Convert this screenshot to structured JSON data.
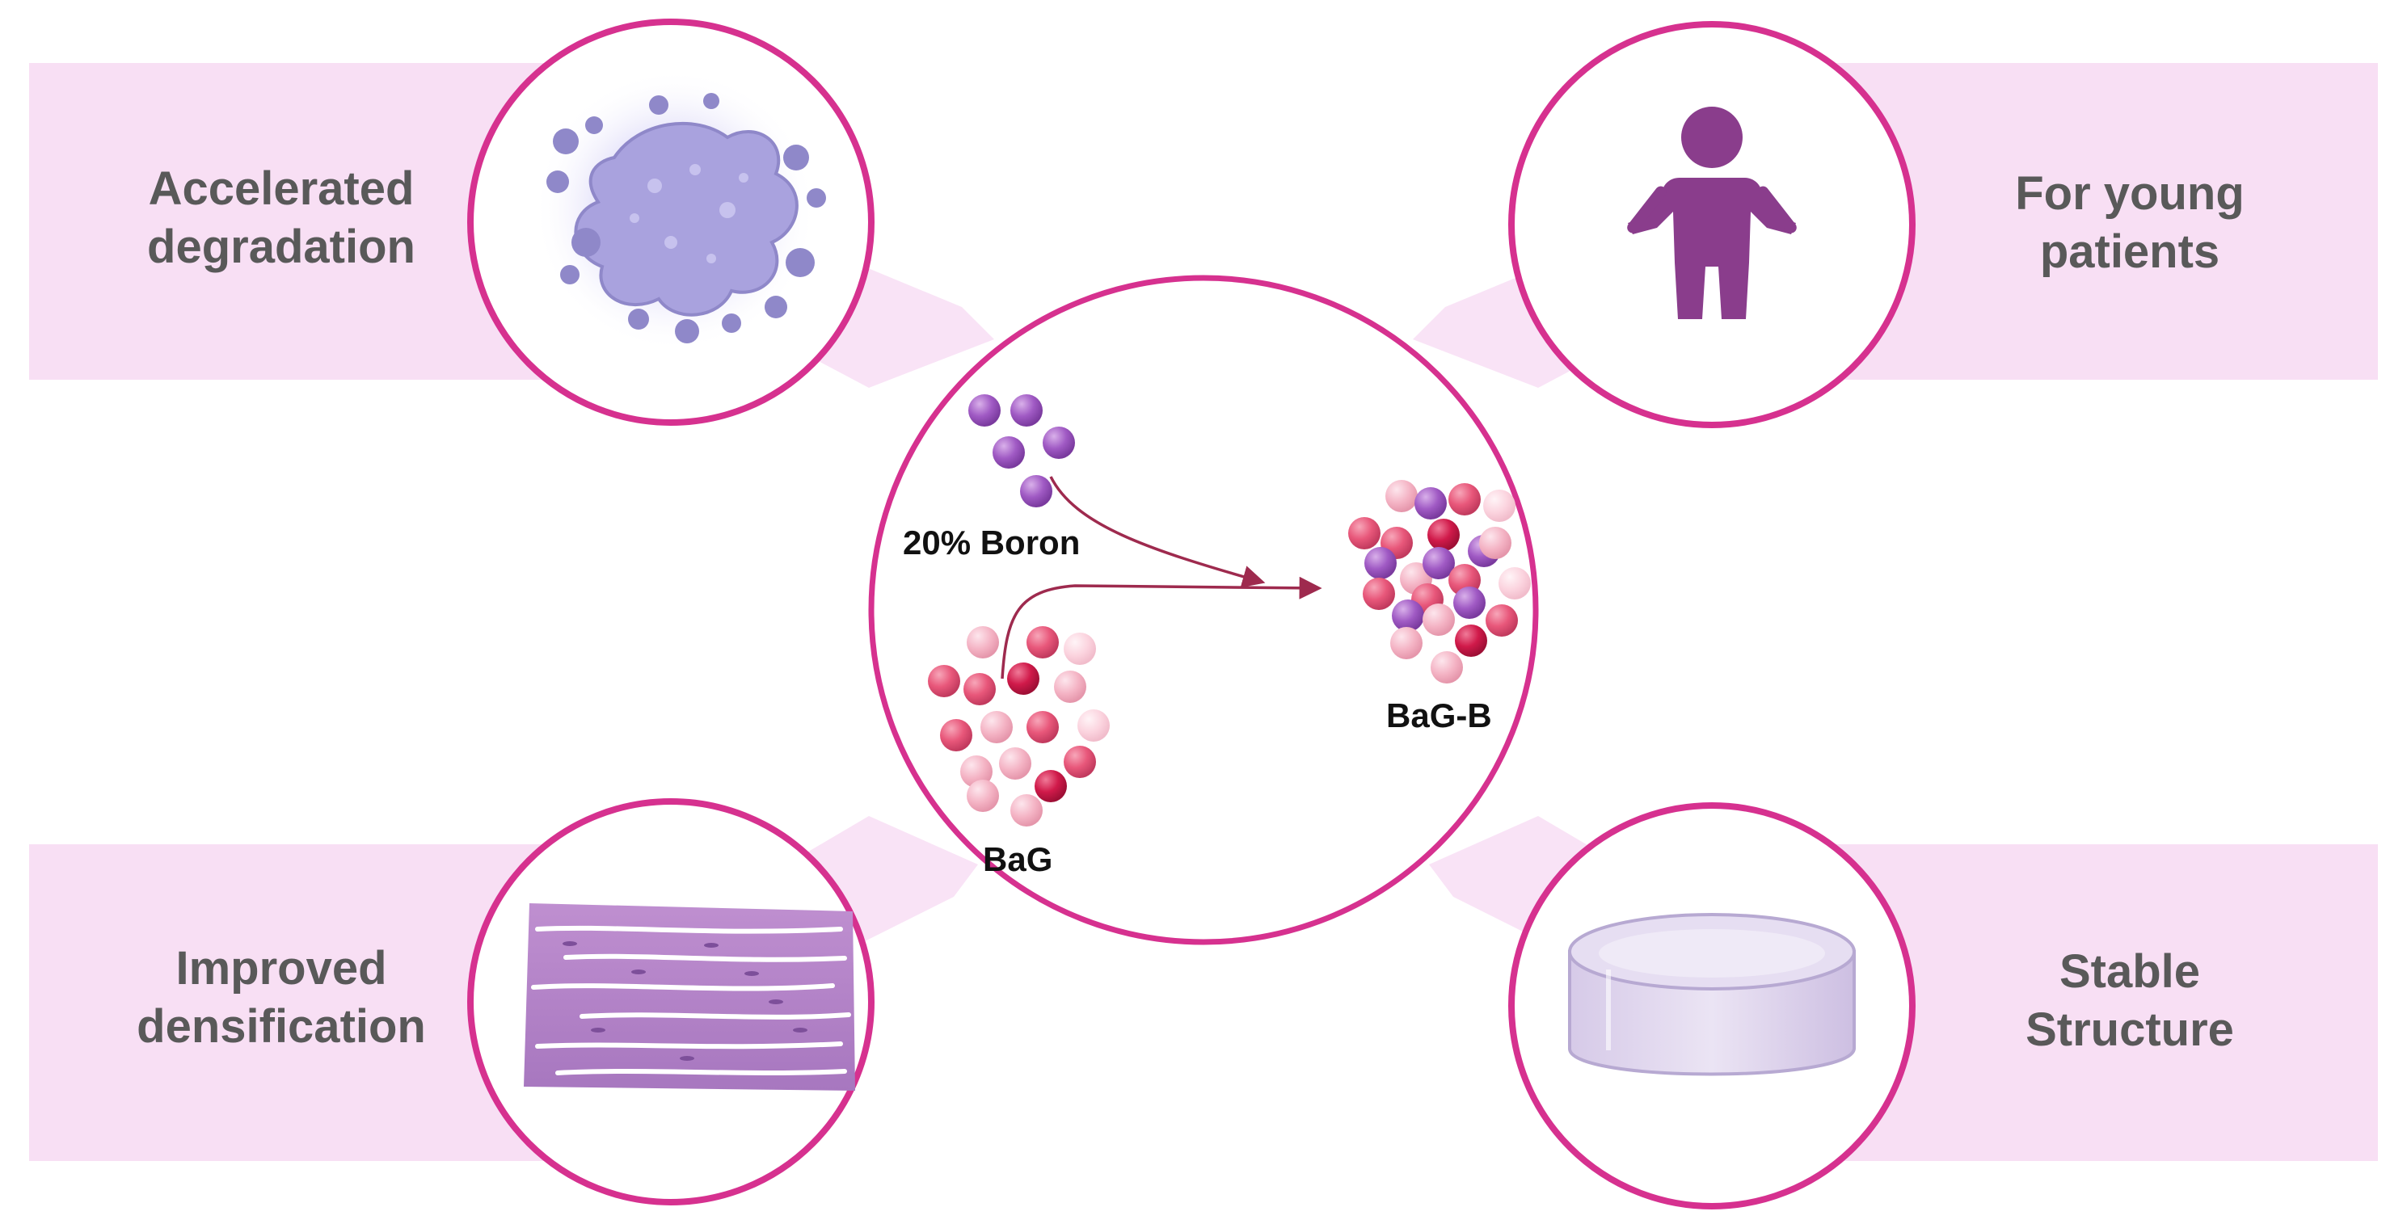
{
  "benefits": {
    "top_left": {
      "line1": "Accelerated",
      "line2": "degradation",
      "icon": "degrading-particle-icon"
    },
    "top_right": {
      "line1": "For young",
      "line2": "patients",
      "icon": "child-figure-icon"
    },
    "bottom_left": {
      "line1": "Improved",
      "line2": "densification",
      "icon": "dense-tissue-icon"
    },
    "bottom_right": {
      "line1": "Stable",
      "line2": "Structure",
      "icon": "scaffold-disc-icon"
    }
  },
  "center": {
    "boron_label": "20% Boron",
    "bag_label": "BaG",
    "bagb_label": "BaG-B"
  },
  "colors": {
    "ring": "#d6318f",
    "band": "#f8dff4",
    "connector": "#f9e3f6",
    "label_text": "#595959",
    "arrow": "#9e2a4e",
    "boron_sphere": "#a05ac4",
    "glass_sphere": "#e8577a",
    "glass_sphere_dark": "#d01a4a",
    "glass_sphere_light": "#f4b3c4",
    "figure": "#8a3d8c"
  }
}
